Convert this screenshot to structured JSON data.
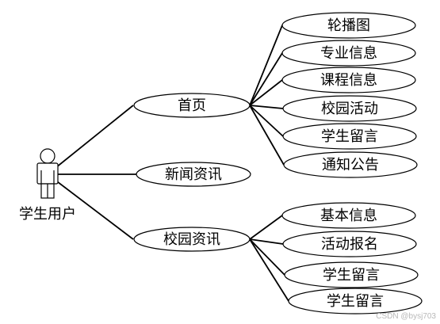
{
  "actor": {
    "label": "学生用户"
  },
  "primary": [
    {
      "label": "首页"
    },
    {
      "label": "新闻资讯"
    },
    {
      "label": "校园资讯"
    }
  ],
  "home_items": [
    {
      "label": "轮播图"
    },
    {
      "label": "专业信息"
    },
    {
      "label": "课程信息"
    },
    {
      "label": "校园活动"
    },
    {
      "label": "学生留言"
    },
    {
      "label": "通知公告"
    }
  ],
  "campus_items": [
    {
      "label": "基本信息"
    },
    {
      "label": "活动报名"
    },
    {
      "label": "学生留言"
    },
    {
      "label": "学生留言"
    }
  ],
  "watermark": "CSDN @bysj703"
}
